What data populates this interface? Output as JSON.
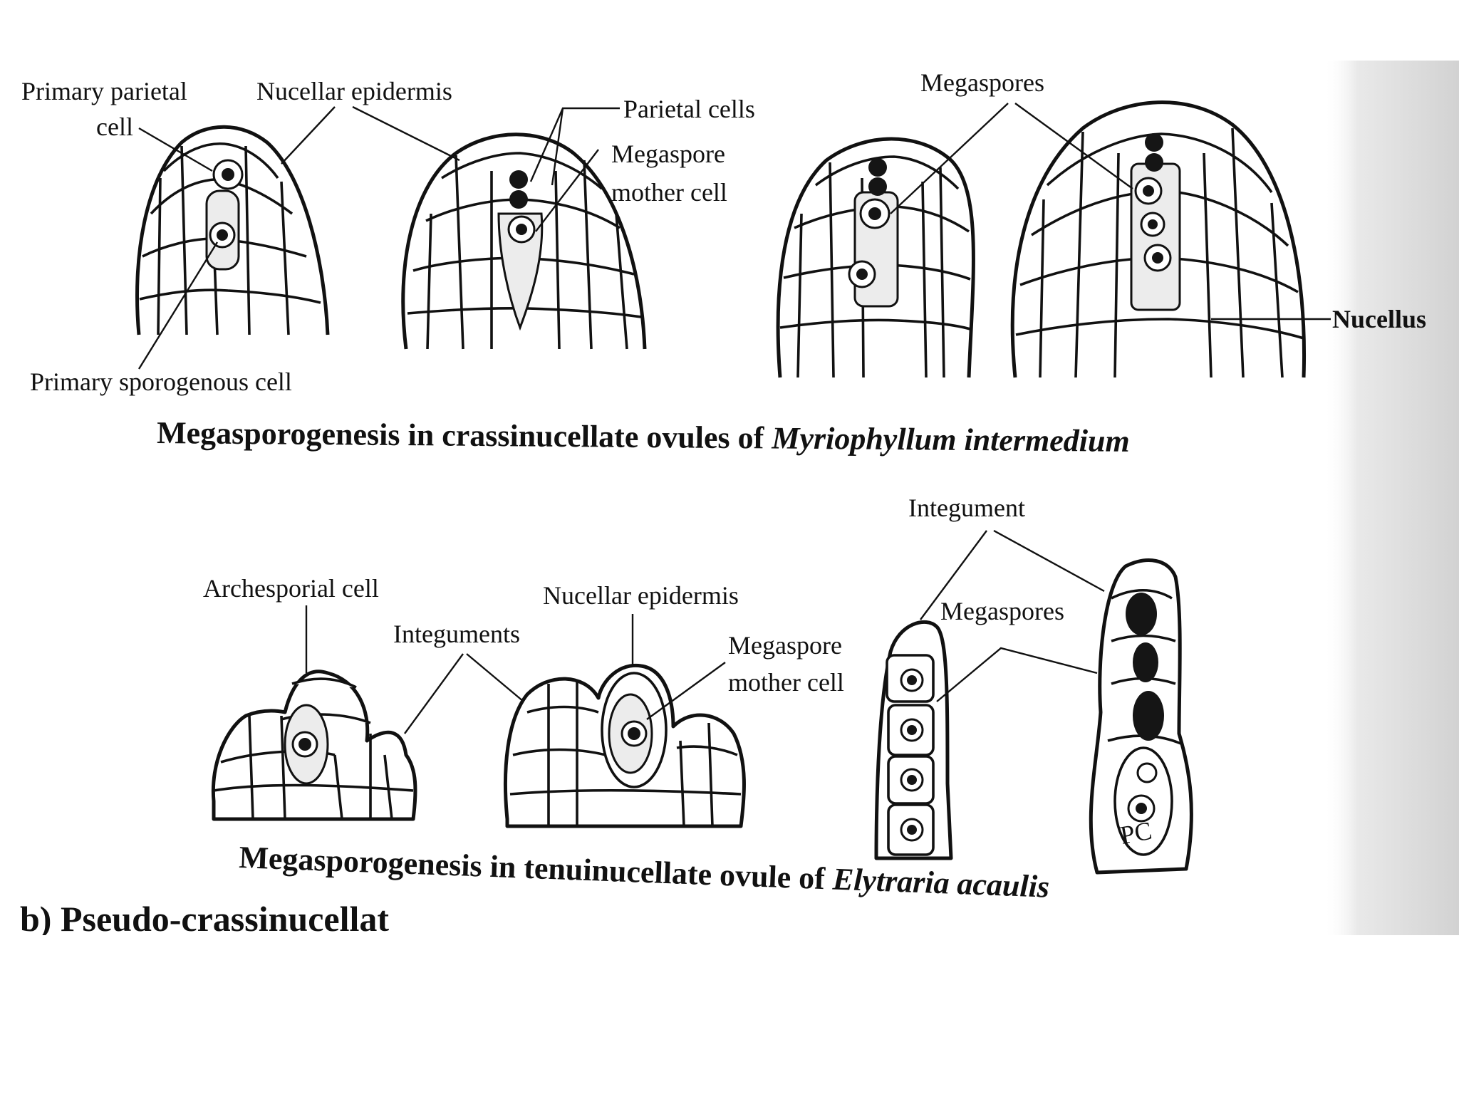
{
  "labels": {
    "primary_parietal_cell_1": "Primary parietal",
    "primary_parietal_cell_2": "cell",
    "nucellar_epidermis_top": "Nucellar epidermis",
    "parietal_cells": "Parietal cells",
    "megaspore_mother_cell_top_1": "Megaspore",
    "megaspore_mother_cell_top_2": "mother cell",
    "megaspores_top": "Megaspores",
    "nucellus": "Nucellus",
    "primary_sporogenous_cell": "Primary sporogenous cell",
    "integument": "Integument",
    "archesporial_cell": "Archesporial cell",
    "nucellar_epidermis_bottom": "Nucellar epidermis",
    "integuments": "Integuments",
    "megaspore_mother_cell_bottom_1": "Megaspore",
    "megaspore_mother_cell_bottom_2": "mother cell",
    "megaspores_bottom": "Megaspores",
    "pc": "PC"
  },
  "captions": {
    "top_prefix": "Megasporogenesis in crassinucellate ovules of ",
    "top_species": "Myriophyllum intermedium",
    "bottom_prefix": "Megasporogenesis in tenuinucellate ovule of ",
    "bottom_species": "Elytraria acaulis"
  },
  "section_heading": "b) Pseudo-crassinucellat"
}
